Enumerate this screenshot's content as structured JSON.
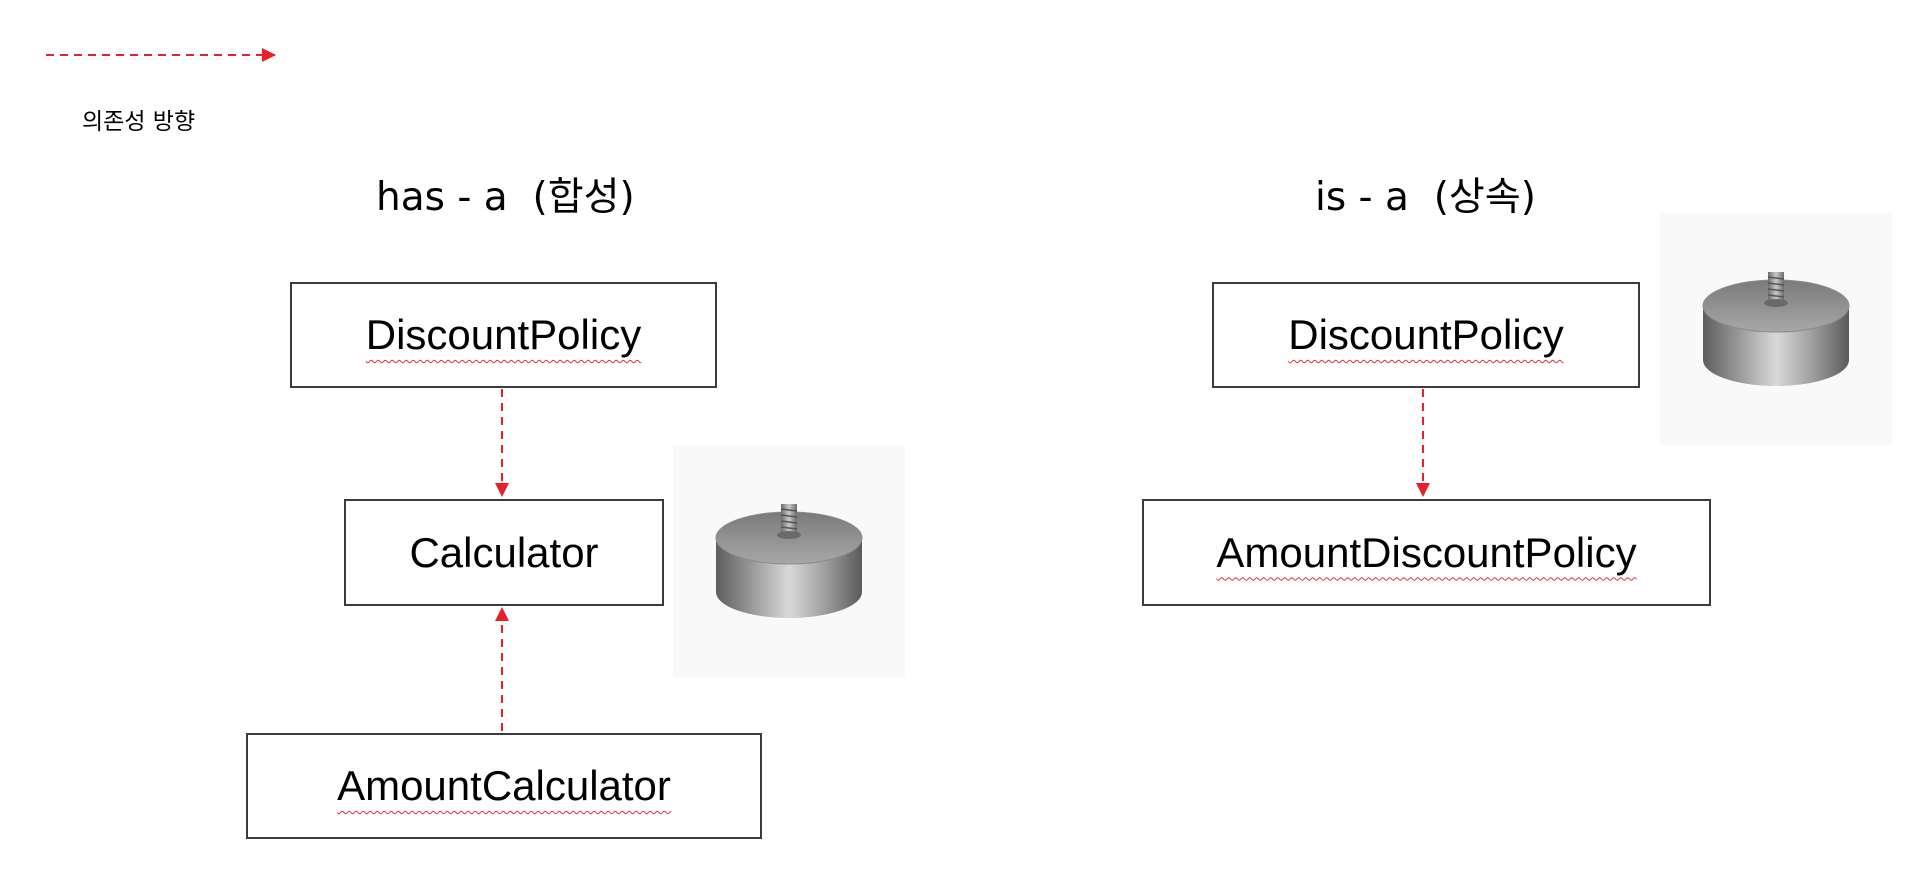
{
  "legend": {
    "label": "의존성 방향"
  },
  "colors": {
    "dependency_arrow": "#e8202a",
    "box_border": "#3c3c3c",
    "spellcheck_underline": "#e03030"
  },
  "composition": {
    "heading": "has - a  (합성)",
    "boxes": {
      "top": "DiscountPolicy",
      "middle": "Calculator",
      "bottom": "AmountCalculator"
    }
  },
  "inheritance": {
    "heading": "is - a  (상속)",
    "boxes": {
      "top": "DiscountPolicy",
      "bottom": "AmountDiscountPolicy"
    }
  },
  "images": {
    "weight_icon": "metal-weight-image"
  }
}
